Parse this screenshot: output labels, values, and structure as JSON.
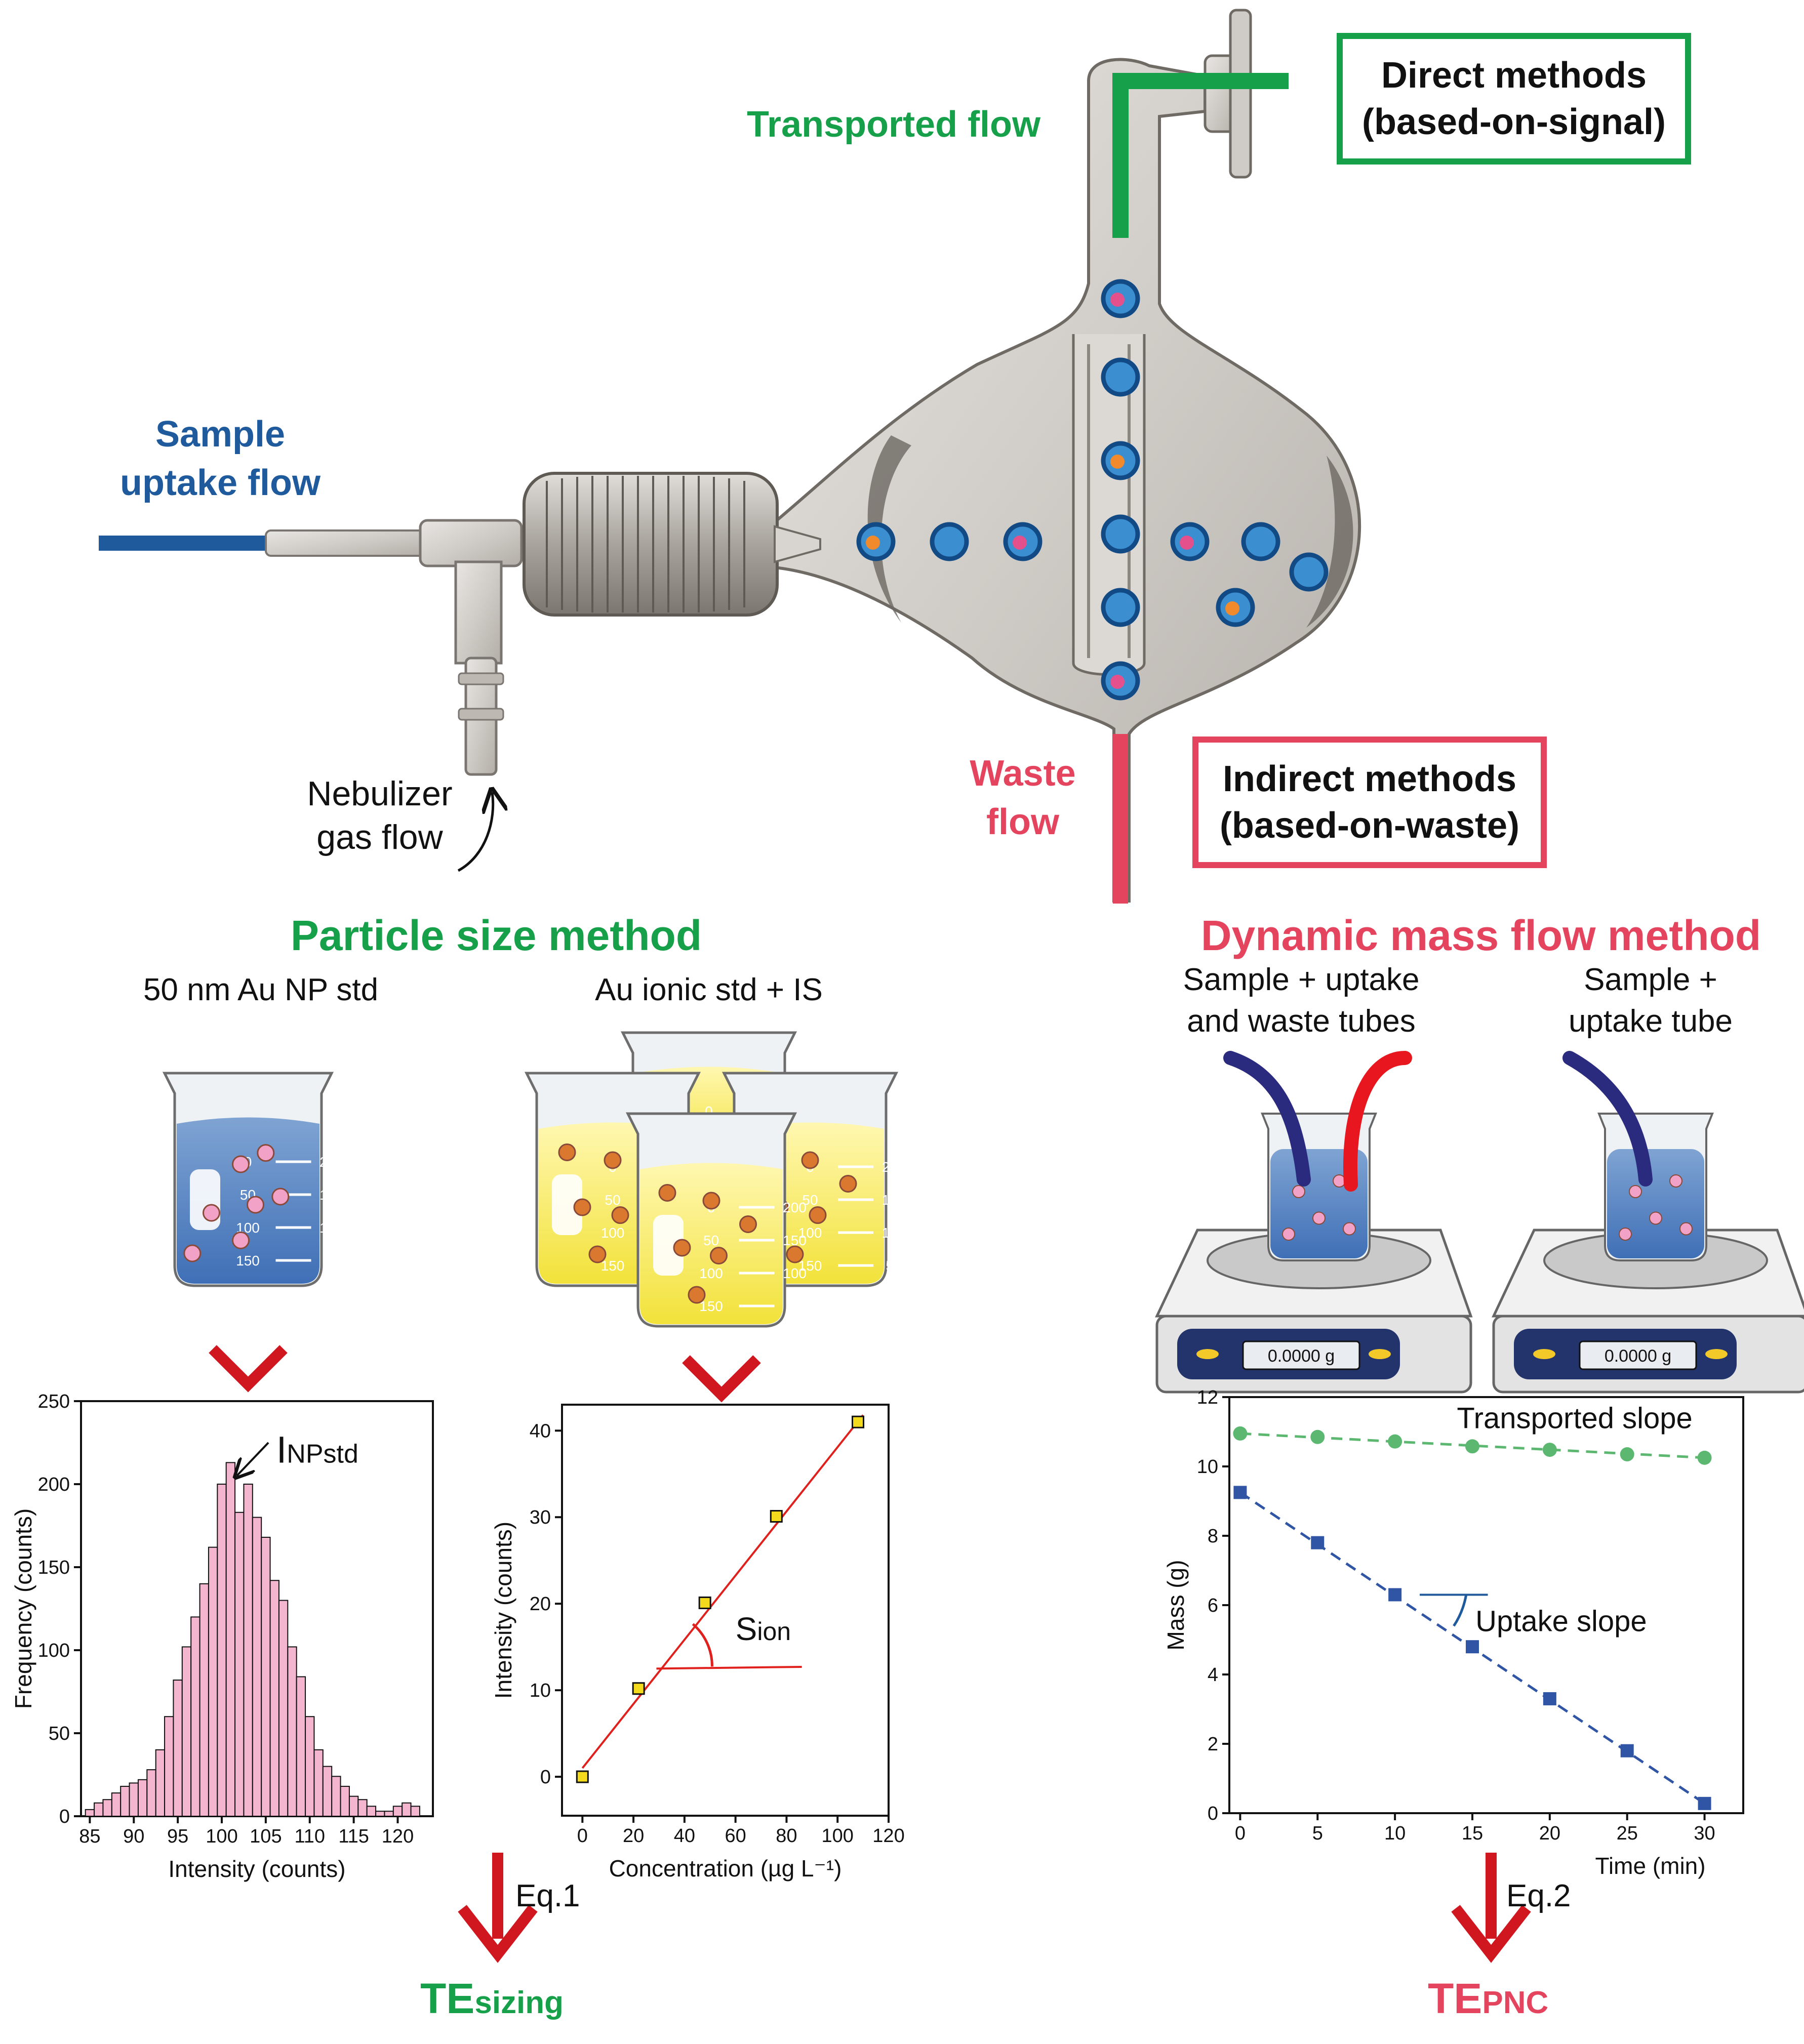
{
  "flows": {
    "sample_uptake": [
      "Sample",
      "uptake flow"
    ],
    "transported": "Transported flow",
    "nebulizer_gas": [
      "Nebulizer",
      "gas flow"
    ],
    "waste": [
      "Waste",
      "flow"
    ]
  },
  "boxes": {
    "direct": [
      "Direct methods",
      "(based-on-signal)"
    ],
    "indirect": [
      "Indirect methods",
      "(based-on-waste)"
    ]
  },
  "methods": {
    "particle_size": {
      "title": "Particle size method",
      "std_np": "50 nm Au NP std",
      "std_ionic": "Au ionic std + IS",
      "eq": "Eq.1",
      "result_main": "TE",
      "result_sub": "sizing"
    },
    "dynamic_mass": {
      "title": "Dynamic mass flow method",
      "setup_a": [
        "Sample + uptake",
        "and waste tubes"
      ],
      "setup_b": [
        "Sample +",
        "uptake tube"
      ],
      "eq": "Eq.2",
      "result_main": "TE",
      "result_sub": "PNC",
      "balance_display": "0.0000 g"
    }
  },
  "beaker_graduations": [
    "0",
    "200",
    "50",
    "150",
    "100",
    "100",
    "150",
    "50"
  ],
  "colors": {
    "uptake_blue": "#1f5a9c",
    "transport_green": "#17a04a",
    "waste_red": "#e5445f",
    "arrow_red": "#d0161e",
    "tube_navy": "#2a2a7e",
    "tube_red": "#e8161e"
  },
  "chart_data": [
    {
      "type": "bar",
      "xlabel": "Intensity (counts)",
      "ylabel": "Frequency (counts)",
      "xlim": [
        84,
        124
      ],
      "ylim": [
        0,
        250
      ],
      "xticks": [
        85,
        90,
        95,
        100,
        105,
        110,
        115,
        120
      ],
      "yticks": [
        0,
        50,
        100,
        150,
        200,
        250
      ],
      "annotation": {
        "main": "I",
        "sub": "NPstd"
      },
      "bin_width": 1,
      "bin_centers": [
        85,
        86,
        87,
        88,
        89,
        90,
        91,
        92,
        93,
        94,
        95,
        96,
        97,
        98,
        99,
        100,
        101,
        102,
        103,
        104,
        105,
        106,
        107,
        108,
        109,
        110,
        111,
        112,
        113,
        114,
        115,
        116,
        117,
        118,
        119,
        120,
        121,
        122
      ],
      "values": [
        4,
        8,
        10,
        14,
        18,
        20,
        22,
        28,
        40,
        60,
        82,
        102,
        120,
        140,
        162,
        200,
        213,
        183,
        200,
        180,
        168,
        142,
        130,
        102,
        84,
        60,
        40,
        30,
        24,
        18,
        12,
        10,
        6,
        3,
        3,
        6,
        8,
        6
      ]
    },
    {
      "type": "scatter",
      "xlabel": "Concentration (µg L⁻¹)",
      "ylabel": "Intensity (counts)",
      "xlim": [
        -8,
        120
      ],
      "ylim": [
        -4.5,
        43
      ],
      "xticks": [
        0,
        20,
        40,
        60,
        80,
        100,
        120
      ],
      "yticks": [
        0,
        10,
        20,
        30,
        40
      ],
      "x": [
        0,
        22,
        48,
        76,
        108
      ],
      "y": [
        0,
        10.2,
        20.1,
        30.1,
        41.0
      ],
      "fit": {
        "x": [
          0,
          110
        ],
        "y": [
          1.0,
          41.8
        ]
      },
      "annotation": {
        "main": "S",
        "sub": "ion"
      }
    },
    {
      "type": "line",
      "xlabel": "Time (min)",
      "ylabel": "Mass (g)",
      "xlim": [
        -0.7,
        32.5
      ],
      "ylim": [
        0,
        12
      ],
      "xticks": [
        0,
        5,
        10,
        15,
        20,
        25,
        30
      ],
      "yticks": [
        0,
        2,
        4,
        6,
        8,
        10,
        12
      ],
      "series": [
        {
          "name": "Transported slope",
          "x": [
            0,
            5,
            10,
            15,
            20,
            25,
            30
          ],
          "y": [
            10.95,
            10.85,
            10.72,
            10.58,
            10.48,
            10.35,
            10.25
          ],
          "color": "#5cb870"
        },
        {
          "name": "Uptake slope",
          "x": [
            0,
            5,
            10,
            15,
            20,
            25,
            30
          ],
          "y": [
            9.25,
            7.8,
            6.3,
            4.8,
            3.3,
            1.8,
            0.28
          ],
          "color": "#2f55a4"
        }
      ]
    }
  ]
}
